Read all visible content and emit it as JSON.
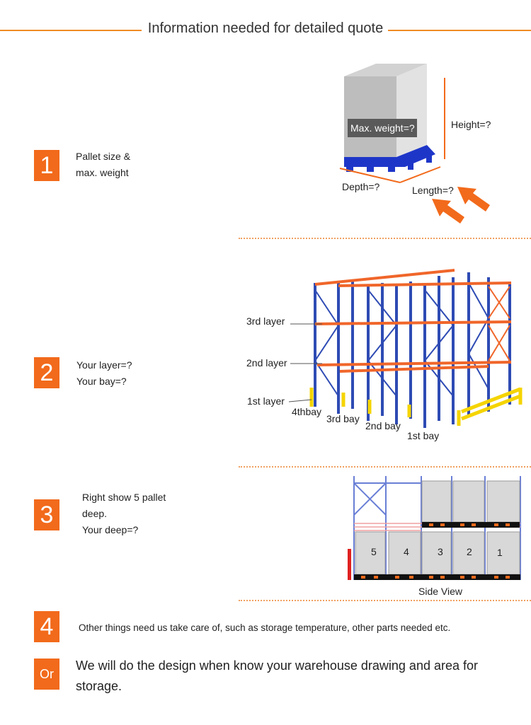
{
  "header": {
    "title": "Information needed for detailed quote"
  },
  "colors": {
    "accent": "#f26a1b",
    "rack_blue": "#2e4bb4",
    "beam_orange": "#f0662a",
    "guard_yellow": "#f5d400"
  },
  "steps": [
    {
      "badge": "1",
      "lines": [
        "Pallet size &",
        "max. weight"
      ]
    },
    {
      "badge": "2",
      "lines": [
        "Your layer=?",
        "Your bay=?"
      ]
    },
    {
      "badge": "3",
      "lines": [
        "Right show 5 pallet",
        "deep.",
        "Your deep=?"
      ]
    },
    {
      "badge": "4",
      "lines": [
        "Other things need us take care of, such as storage temperature, other parts needed etc."
      ]
    },
    {
      "badge": "Or",
      "lines": [
        "We will do the design when know your warehouse drawing and area for",
        "storage."
      ]
    }
  ],
  "pallet_diagram": {
    "weight_label": "Max. weight=?",
    "height_label": "Height=?",
    "depth_label": "Depth=?",
    "length_label": "Length=?"
  },
  "rack_diagram": {
    "layers": [
      "3rd layer",
      "2nd layer",
      "1st layer"
    ],
    "bays": [
      "4thbay",
      "3rd bay",
      "2nd bay",
      "1st bay"
    ]
  },
  "side_view": {
    "positions": [
      "5",
      "4",
      "3",
      "2",
      "1"
    ],
    "caption": "Side View"
  }
}
